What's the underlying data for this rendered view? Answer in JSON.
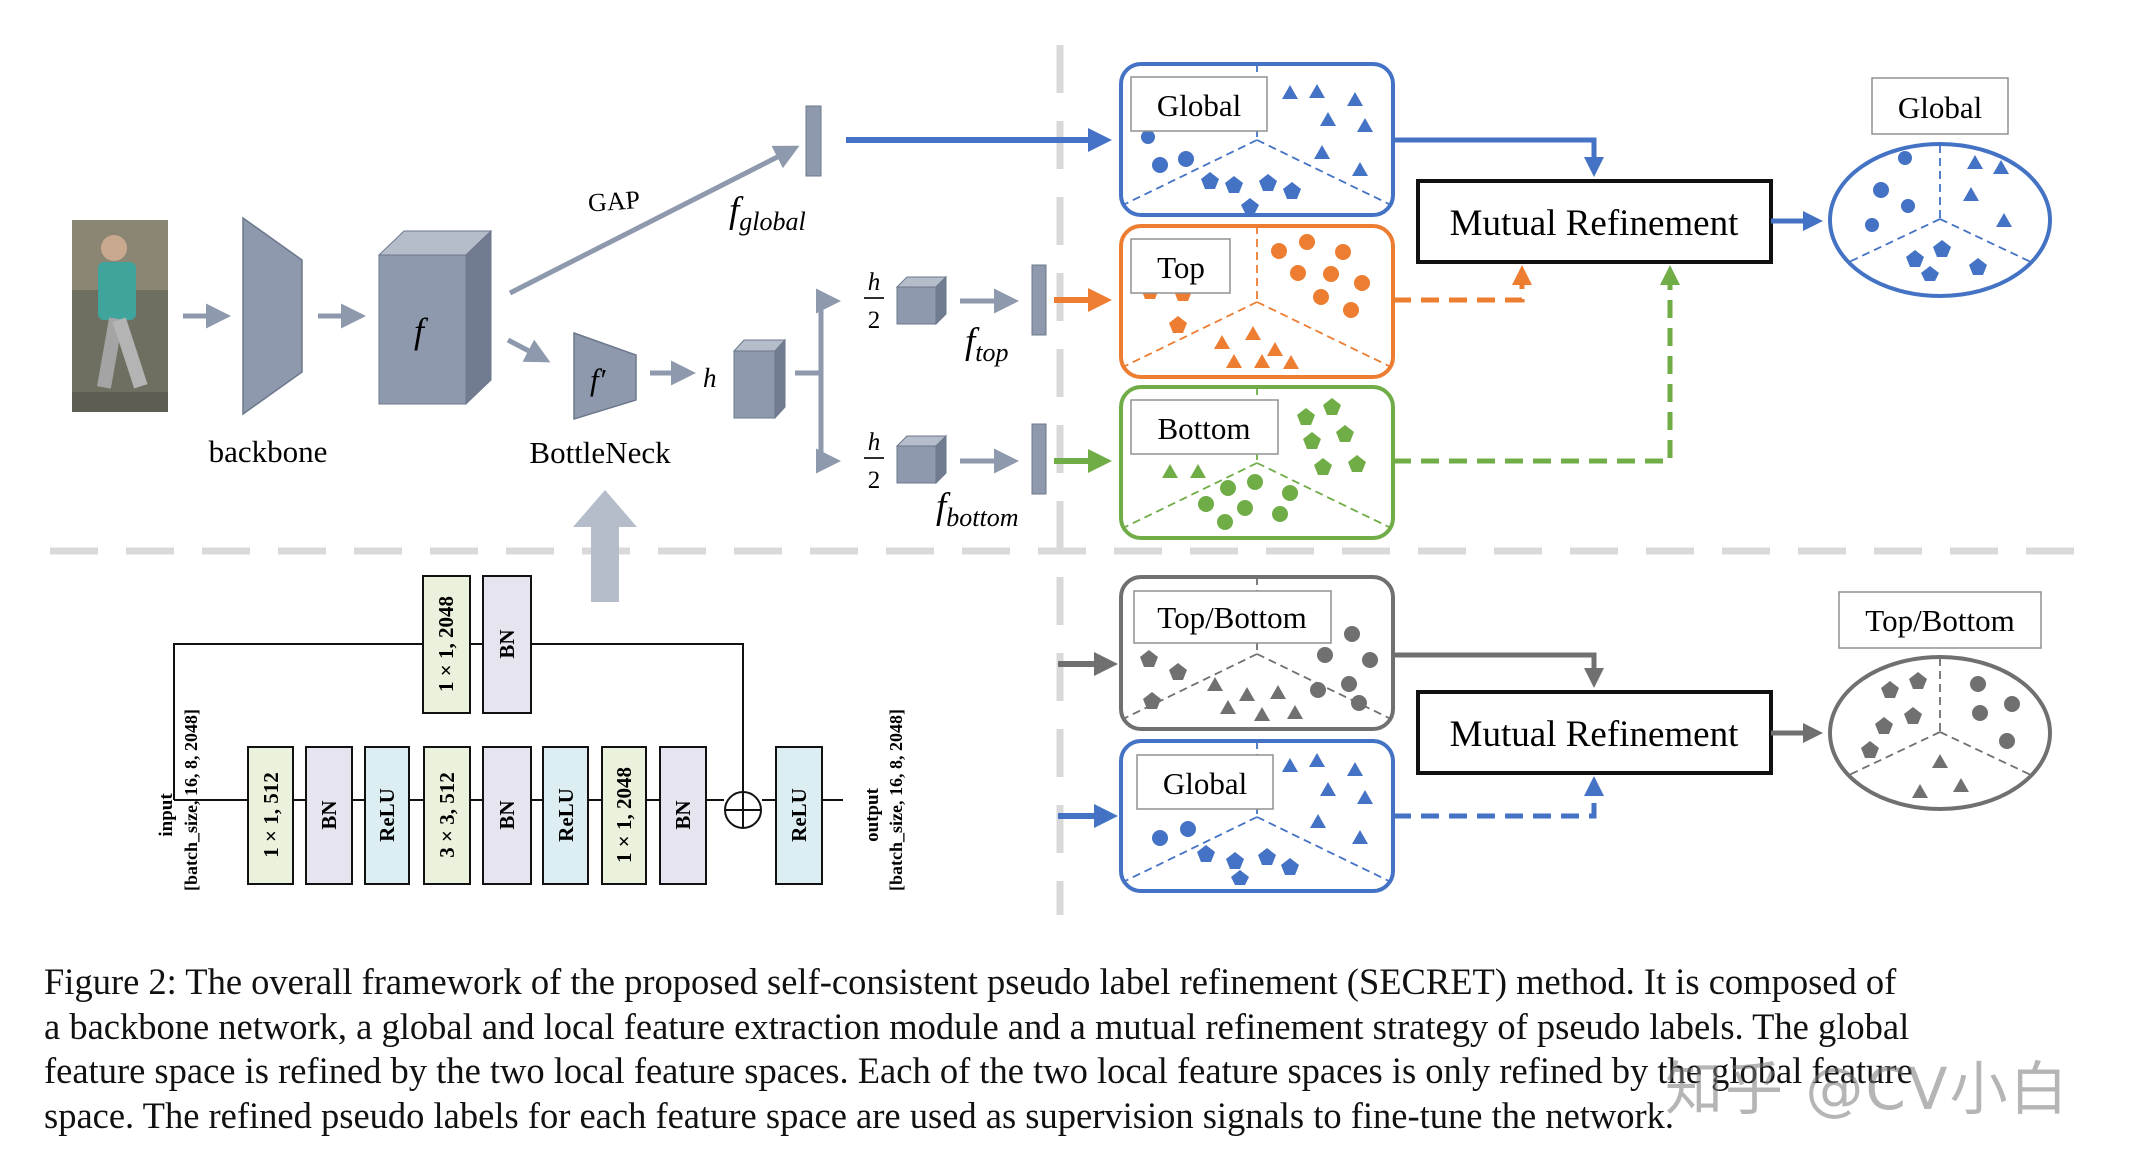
{
  "colors": {
    "global": "#4472c4",
    "top": "#ed7d31",
    "bottom": "#70ad47",
    "gray": "#707070",
    "block": "#8e99ad",
    "divider": "#d9d9d9",
    "conv_fill": "#eaf1dd",
    "bn_fill": "#e6e4ef",
    "relu_fill": "#dceef2"
  },
  "backbone_label": "backbone",
  "bottleneck_label": "BottleNeck",
  "gap_label": "GAP",
  "f_label": "f",
  "f_prime_label": "f′",
  "h_label": "h",
  "half_h": {
    "num": "h",
    "den": "2"
  },
  "feature_labels": {
    "global": {
      "base": "f",
      "sub": "global"
    },
    "top": {
      "base": "f",
      "sub": "top"
    },
    "bottom": {
      "base": "f",
      "sub": "bottom"
    }
  },
  "upper": {
    "spaces": [
      {
        "label": "Global",
        "color_key": "global"
      },
      {
        "label": "Top",
        "color_key": "top"
      },
      {
        "label": "Bottom",
        "color_key": "bottom"
      }
    ],
    "mutual_refinement": "Mutual Refinement",
    "output_label": "Global"
  },
  "lower": {
    "spaces": [
      {
        "label": "Top/Bottom",
        "color_key": "gray"
      },
      {
        "label": "Global",
        "color_key": "global"
      }
    ],
    "mutual_refinement": "Mutual Refinement",
    "output_label": "Top/Bottom"
  },
  "bottleneck_detail": {
    "input_label": "input",
    "input_shape": "[batch_size, 16, 8, 2048]",
    "output_label": "output",
    "output_shape": "[batch_size, 16, 8, 2048]",
    "shortcut_blocks": [
      {
        "label": "1 × 1, 2048",
        "kind": "conv"
      },
      {
        "label": "BN",
        "kind": "bn"
      }
    ],
    "main_blocks": [
      {
        "label": "1 × 1, 512",
        "kind": "conv"
      },
      {
        "label": "BN",
        "kind": "bn"
      },
      {
        "label": "ReLU",
        "kind": "relu"
      },
      {
        "label": "3 × 3, 512",
        "kind": "conv"
      },
      {
        "label": "BN",
        "kind": "bn"
      },
      {
        "label": "ReLU",
        "kind": "relu"
      },
      {
        "label": "1 × 1, 2048",
        "kind": "conv"
      },
      {
        "label": "BN",
        "kind": "bn"
      }
    ],
    "final_block": {
      "label": "ReLU",
      "kind": "relu"
    }
  },
  "caption_lines": [
    "Figure 2: The overall framework of the proposed self-consistent pseudo label refinement (SECRET) method. It is composed of",
    "a backbone network, a global and local feature extraction module and a mutual refinement strategy of pseudo labels. The global",
    "feature space is refined by the two local feature spaces. Each of the two local feature spaces is only refined by the global feature",
    "space. The refined pseudo labels for each feature space are used as supervision signals to fine-tune the network."
  ],
  "watermark": "知乎 @CV小白"
}
